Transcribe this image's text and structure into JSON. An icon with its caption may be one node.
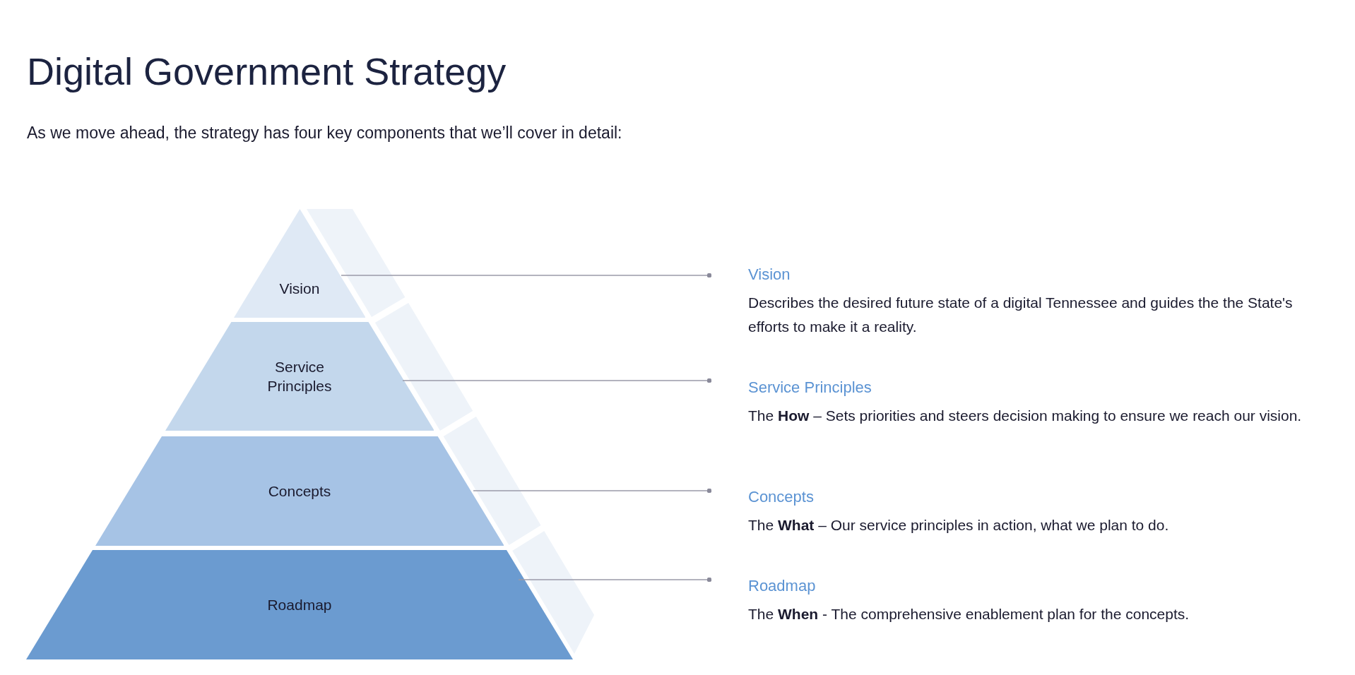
{
  "diagram": {
    "title": "Digital Government Strategy",
    "nodes": [
      {
        "text": [
          "Vision"
        ]
      },
      {
        "text": [
          "Service Principles"
        ]
      },
      {
        "text": [
          "Concepts"
        ]
      },
      {
        "text": [
          "Roadmap"
        ]
      },
      {
        "text": [
          "Vision",
          "Describes the desired future state of a digital Tennessee and guides the the State's efforts to make it a reality."
        ]
      },
      {
        "text": [
          "Service Principles",
          "The **How** – Sets priorities and steers decision making to ensure we reach our vision."
        ]
      },
      {
        "text": [
          "Concepts",
          "The **What** – Our service principles in action, what we plan to do."
        ]
      },
      {
        "text": [
          "Roadmap",
          "The **When** - The comprehensive enablement plan for the concepts."
        ]
      }
    ],
    "edges": [
      {
        "from": 0,
        "to": 4,
        "arrow": "other"
      },
      {
        "from": 1,
        "to": 5,
        "arrow": "other"
      },
      {
        "from": 2,
        "to": 6,
        "arrow": "other"
      },
      {
        "from": 3,
        "to": 7,
        "arrow": "other"
      }
    ],
    "labels": [
      "As we move ahead, the strategy has four key components that we’ll cover in detail:"
    ]
  }
}
